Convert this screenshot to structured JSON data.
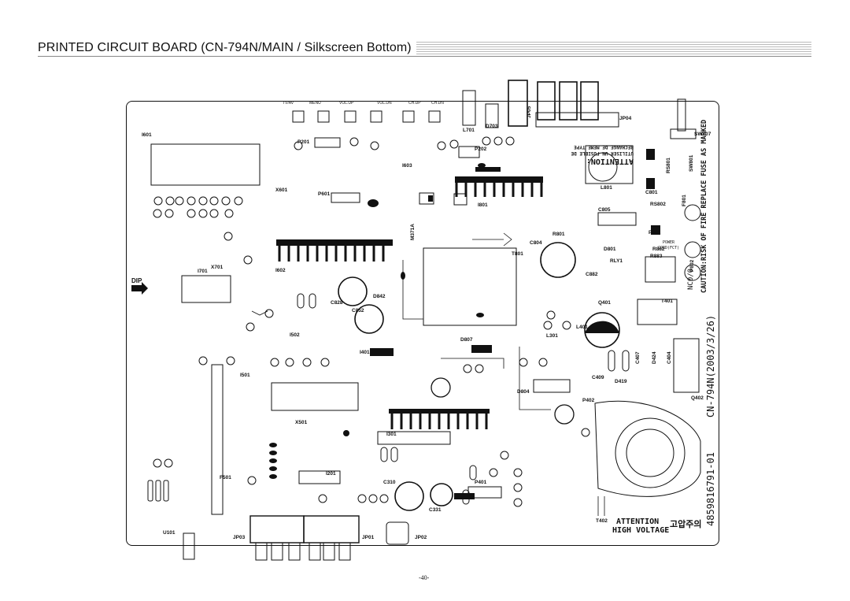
{
  "page": {
    "title": "PRINTED CIRCUIT BOARD (CN-794N/MAIN / Silkscreen Bottom)",
    "page_number": "-40-"
  },
  "switches": [
    "TV/AV",
    "MENU",
    "VOL.UP",
    "VOL.DN",
    "CH.UP",
    "CH.DN"
  ],
  "components": {
    "I601": "I601",
    "P201": "P201",
    "X601": "X601",
    "P601": "P601",
    "I602": "I602",
    "I701": "I701",
    "X701": "X701",
    "L701": "L701",
    "D703": "D703",
    "P202": "P202",
    "JP05": "JP05",
    "JP04": "JP04",
    "SW707": "SW707",
    "SW801": "SW801",
    "RS801": "RS801",
    "I801": "I801",
    "L801": "L801",
    "C801": "C801",
    "RS802": "RS802",
    "F801": "F801",
    "C805": "C805",
    "M371A": "M371A",
    "I603": "I603",
    "T801": "T801",
    "R801": "R801",
    "C804": "C804",
    "D801": "D801",
    "R882": "R882",
    "P801": "P801",
    "R883": "R883",
    "RLY1": "RLY1",
    "C882": "C882",
    "P802": "P802",
    "D842": "D842",
    "C828": "C828",
    "C852": "C852",
    "D807": "D807",
    "Q401": "Q401",
    "T401": "T401",
    "L401": "L401",
    "L301": "L301",
    "C409": "C409",
    "D419": "D419",
    "C407": "C407",
    "D424": "D424",
    "C404": "C404",
    "Q402": "Q402",
    "I502": "I502",
    "I401": "I401",
    "I501": "I501",
    "D804": "D804",
    "P402": "P402",
    "X501": "X501",
    "I301": "I301",
    "I201": "I201",
    "C310": "C310",
    "P401": "P401",
    "C331": "C331",
    "F501": "F501",
    "U101": "U101",
    "JP03": "JP03",
    "JP01": "JP01",
    "JP02": "JP02",
    "T402": "T402",
    "DIP": "DIP"
  },
  "markings": {
    "attention_fr_1": "ATTENTION:",
    "attention_fr_2": "UTILISER UN FUSIBLE DE",
    "attention_fr_3": "RECHANGE DE MEME TYPE",
    "caution": "CAUTION:RISK OF FIRE REPLACE FUSE AS MARKED",
    "board_id": "CN-794N(2003/3/26)",
    "part_no": "4859816791-01",
    "hv_1": "ATTENTION",
    "hv_2": "HIGH VOLTAGE",
    "hv_kr": "고압주의",
    "power_1": "POWER",
    "power_2": "CORD(FCT)",
    "nc": "NC0/0"
  }
}
